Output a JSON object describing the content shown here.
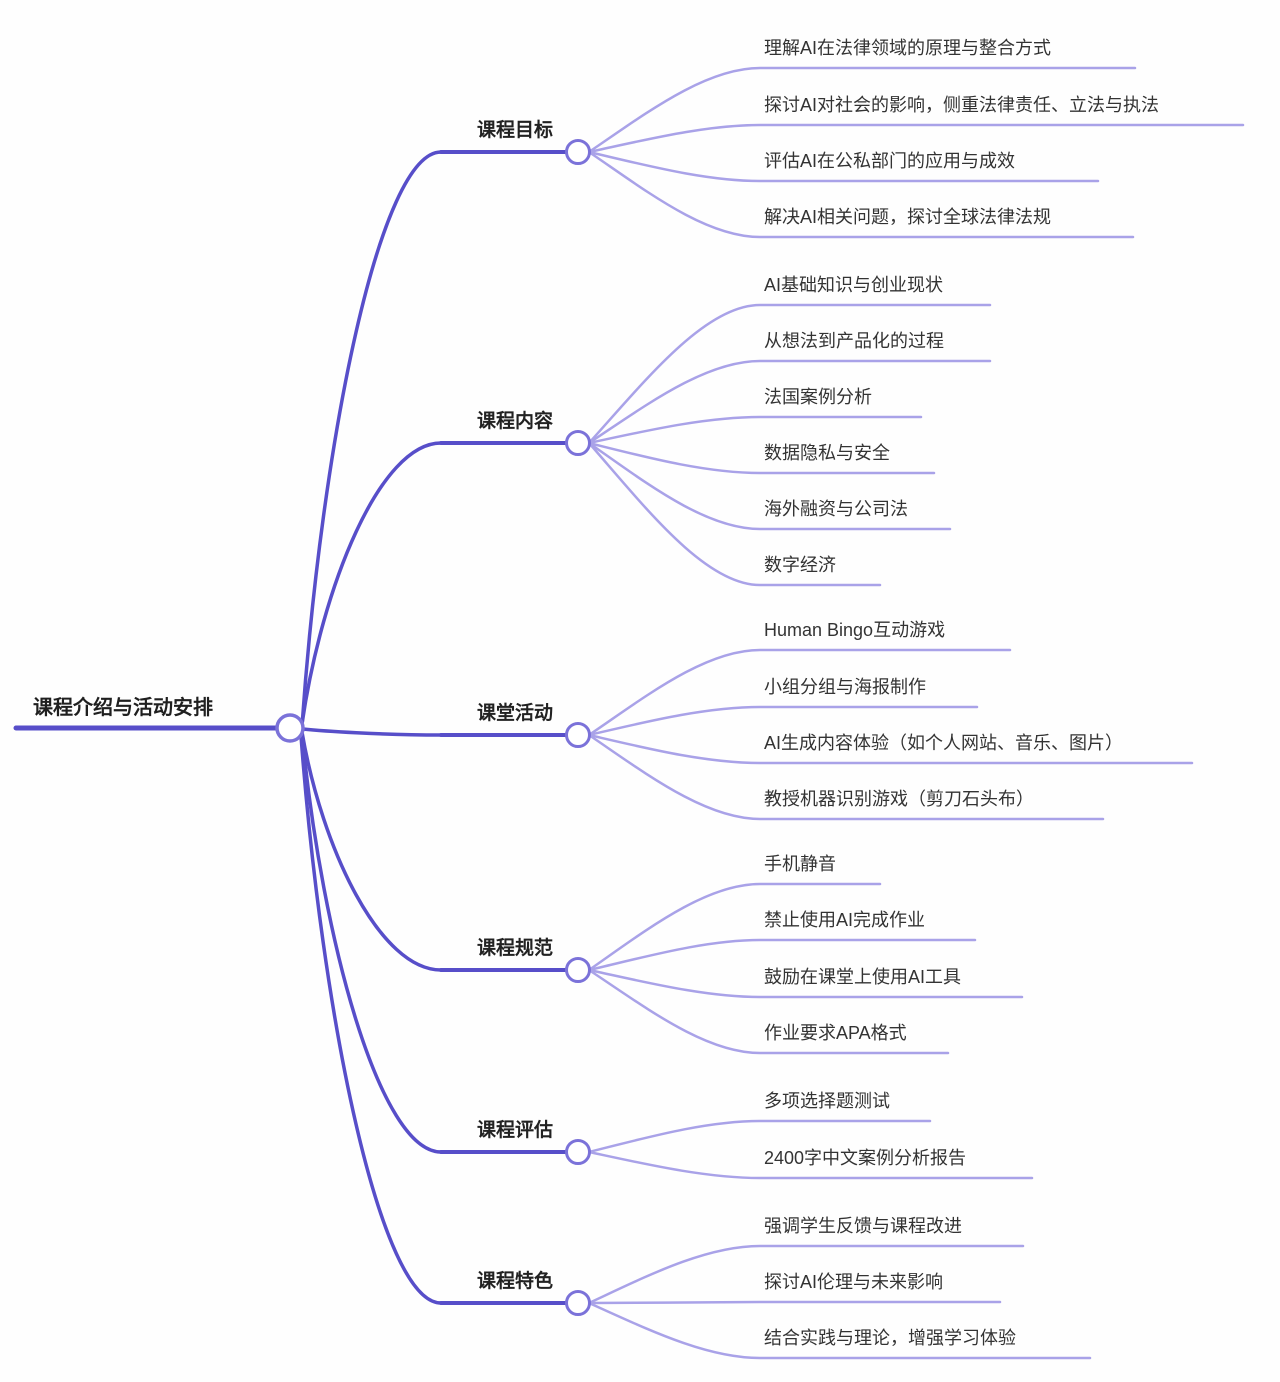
{
  "root": {
    "label": "课程介绍与活动安排"
  },
  "branches": [
    {
      "label": "课程目标",
      "children": [
        "理解AI在法律领域的原理与整合方式",
        "探讨AI对社会的影响，侧重法律责任、立法与执法",
        "评估AI在公私部门的应用与成效",
        "解决AI相关问题，探讨全球法律法规"
      ]
    },
    {
      "label": "课程内容",
      "children": [
        "AI基础知识与创业现状",
        "从想法到产品化的过程",
        "法国案例分析",
        "数据隐私与安全",
        "海外融资与公司法",
        "数字经济"
      ]
    },
    {
      "label": "课堂活动",
      "children": [
        "Human Bingo互动游戏",
        "小组分组与海报制作",
        "AI生成内容体验（如个人网站、音乐、图片）",
        "教授机器识别游戏（剪刀石头布）"
      ]
    },
    {
      "label": "课程规范",
      "children": [
        "手机静音",
        "禁止使用AI完成作业",
        "鼓励在课堂上使用AI工具",
        "作业要求APA格式"
      ]
    },
    {
      "label": "课程评估",
      "children": [
        "多项选择题测试",
        "2400字中文案例分析报告"
      ]
    },
    {
      "label": "课程特色",
      "children": [
        "强调学生反馈与课程改进",
        "探讨AI伦理与未来影响",
        "结合实践与理论，增强学习体验"
      ]
    }
  ],
  "colors": {
    "branch_line": "#574ec9",
    "leaf_line": "#a9a2e8",
    "node_stroke": "#7b72d9",
    "node_fill": "#ffffff",
    "text": "#333333"
  }
}
